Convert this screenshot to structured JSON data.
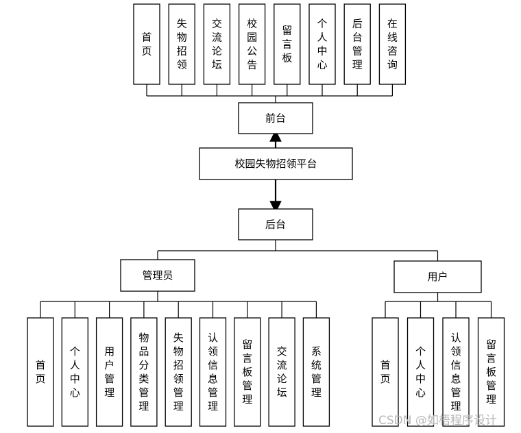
{
  "diagram": {
    "root": "校园失物招领平台",
    "frontend": {
      "label": "前台",
      "modules": [
        "首页",
        "失物招领",
        "交流论坛",
        "校园公告",
        "留言板",
        "个人中心",
        "后台管理",
        "在线咨询"
      ]
    },
    "backend": {
      "label": "后台",
      "roles": [
        {
          "label": "管理员",
          "modules": [
            "首页",
            "个人中心",
            "用户管理",
            "物品分类管理",
            "失物招领管理",
            "认领信息管理",
            "留言板管理",
            "交流论坛",
            "系统管理"
          ]
        },
        {
          "label": "用户",
          "modules": [
            "首页",
            "个人中心",
            "认领信息管理",
            "留言板管理"
          ]
        }
      ]
    }
  },
  "watermark": "CSDN @如梧程序设计"
}
